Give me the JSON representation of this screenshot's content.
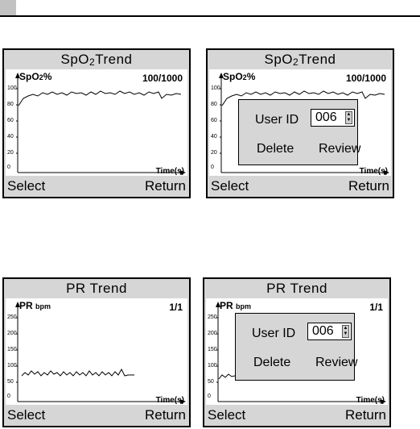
{
  "colors": {
    "screen_bg": "#d6d6d6",
    "plot_bg": "#ffffff",
    "header_tab": "#c2c2c2"
  },
  "icons": {
    "spinner": "up-down-arrow-icon",
    "axis": "arrow-icon"
  },
  "screens": [
    {
      "title": "SpO",
      "title_sub": "2",
      "title_rest": " Trend",
      "ylabel": "SpO",
      "ylabel_sub": "2",
      "ylabel_unit": "%",
      "counter": "100/1000",
      "xlabel": "Time(s)",
      "yticks": [
        "100",
        "80",
        "60",
        "40",
        "20",
        "0"
      ],
      "select_label": "Select",
      "return_label": "Return",
      "dialog": null
    },
    {
      "title": "SpO",
      "title_sub": "2",
      "title_rest": " Trend",
      "ylabel": "SpO",
      "ylabel_sub": "2",
      "ylabel_unit": "%",
      "counter": "100/1000",
      "xlabel": "Time(s)",
      "yticks": [
        "100",
        "80",
        "60",
        "40",
        "20",
        "0"
      ],
      "select_label": "Select",
      "return_label": "Return",
      "dialog": {
        "user_id_label": "User ID",
        "user_id_value": "006",
        "delete_label": "Delete",
        "review_label": "Review"
      }
    },
    {
      "title": "PR Trend",
      "ylabel": "PR",
      "ylabel_unit": "bpm",
      "counter": "1/1",
      "xlabel": "Time(s)",
      "yticks": [
        "250",
        "200",
        "150",
        "100",
        "50",
        "0"
      ],
      "select_label": "Select",
      "return_label": "Return",
      "dialog": null
    },
    {
      "title": "PR Trend",
      "ylabel": "PR",
      "ylabel_unit": "bpm",
      "counter": "1/1",
      "xlabel": "Time(s)",
      "yticks": [
        "250",
        "200",
        "150",
        "100",
        "50",
        "0"
      ],
      "select_label": "Select",
      "return_label": "Return",
      "dialog": {
        "user_id_label": "User ID",
        "user_id_value": "006",
        "delete_label": "Delete",
        "review_label": "Review"
      }
    }
  ]
}
